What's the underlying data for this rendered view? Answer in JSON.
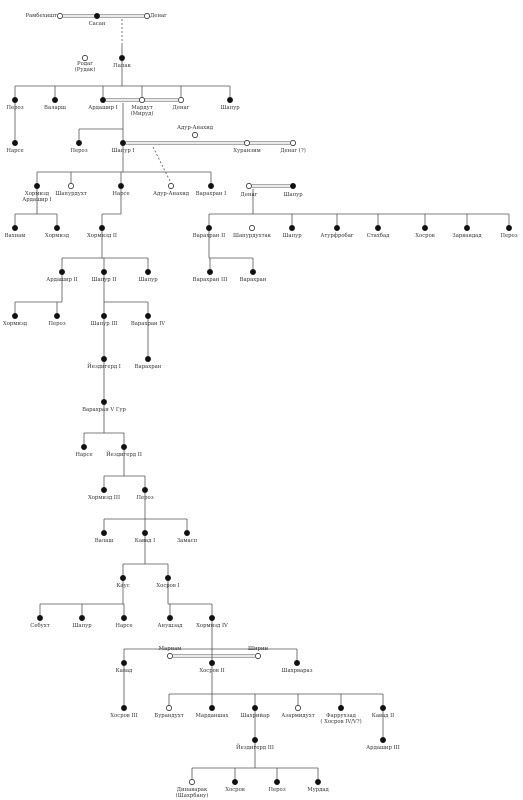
{
  "title": "",
  "persons": [
    {
      "id": "rambehisht",
      "label": "Рамбехишт",
      "label2": "",
      "sex": "f"
    },
    {
      "id": "sasan",
      "label": "Сасан",
      "label2": "",
      "sex": "m"
    },
    {
      "id": "denag0",
      "label": "Денаг",
      "label2": "",
      "sex": "f"
    },
    {
      "id": "rodag",
      "label": "Родаг",
      "label2": "(Рудак)",
      "sex": "f"
    },
    {
      "id": "papak",
      "label": "Папак",
      "label2": "",
      "sex": "m"
    },
    {
      "id": "peroz_a",
      "label": "Пероз",
      "label2": "",
      "sex": "m"
    },
    {
      "id": "valarsh",
      "label": "Валарш",
      "label2": "",
      "sex": "m"
    },
    {
      "id": "ardashir1",
      "label": "Ардашир I",
      "label2": "",
      "sex": "m"
    },
    {
      "id": "mardut",
      "label": "Мардут",
      "label2": "(Мируд)",
      "sex": "f"
    },
    {
      "id": "denag_b",
      "label": "Денаг",
      "label2": "",
      "sex": "f"
    },
    {
      "id": "shapur_a",
      "label": "Шапур",
      "label2": "",
      "sex": "m"
    },
    {
      "id": "narse_a",
      "label": "Нарсе",
      "label2": "",
      "sex": "m"
    },
    {
      "id": "peroz_b",
      "label": "Пероз",
      "label2": "",
      "sex": "m"
    },
    {
      "id": "shapur1",
      "label": "Шапур I",
      "label2": "",
      "sex": "m"
    },
    {
      "id": "adur_anahid",
      "label": "Адур-Анахид",
      "label2": "",
      "sex": "f"
    },
    {
      "id": "khuranzim",
      "label": "Хуранзим",
      "label2": "",
      "sex": "f"
    },
    {
      "id": "denag_q",
      "label": "Денаг (?)",
      "label2": "",
      "sex": "f"
    },
    {
      "id": "hormizd_ardashir1",
      "label": "Хормизд",
      "label2": "Ардашир I",
      "sex": "m"
    },
    {
      "id": "shapurduht",
      "label": "Шапурдухт",
      "label2": "",
      "sex": "f"
    },
    {
      "id": "narse_c",
      "label": "Нарсе",
      "label2": "",
      "sex": "m"
    },
    {
      "id": "adur_anahid2",
      "label": "Адур-Анахид",
      "label2": "",
      "sex": "f"
    },
    {
      "id": "varahran1",
      "label": "Варахран I",
      "label2": "",
      "sex": "m"
    },
    {
      "id": "denag_c",
      "label": "Денаг",
      "label2": "",
      "sex": "f"
    },
    {
      "id": "shapur_c",
      "label": "Шапур",
      "label2": "",
      "sex": "m"
    },
    {
      "id": "vahnam",
      "label": "Вахнам",
      "label2": "",
      "sex": "m"
    },
    {
      "id": "hormizd_a",
      "label": "Хормизд",
      "label2": "",
      "sex": "m"
    },
    {
      "id": "hormizd2",
      "label": "Хормизд II",
      "label2": "",
      "sex": "m"
    },
    {
      "id": "varahran2",
      "label": "Варахран II",
      "label2": "",
      "sex": "m"
    },
    {
      "id": "shapurduhtak",
      "label": "Шапурдухтак",
      "label2": "",
      "sex": "f"
    },
    {
      "id": "shapur_d",
      "label": "Шапур",
      "label2": "",
      "sex": "m"
    },
    {
      "id": "atur_frobag",
      "label": "Атурфробаг",
      "label2": "",
      "sex": "m"
    },
    {
      "id": "stahbad",
      "label": "Стахбад",
      "label2": "",
      "sex": "m"
    },
    {
      "id": "khosrov_d",
      "label": "Хосров",
      "label2": "",
      "sex": "m"
    },
    {
      "id": "zarvandad",
      "label": "Зарвандад",
      "label2": "",
      "sex": "m"
    },
    {
      "id": "peroz_d",
      "label": "Пероз",
      "label2": "",
      "sex": "m"
    },
    {
      "id": "ardashir2",
      "label": "Ардашир II",
      "label2": "",
      "sex": "m"
    },
    {
      "id": "shapur2",
      "label": "Шапур II",
      "label2": "",
      "sex": "m"
    },
    {
      "id": "shapur_e",
      "label": "Шапур",
      "label2": "",
      "sex": "m"
    },
    {
      "id": "varahran3",
      "label": "Варахран III",
      "label2": "",
      "sex": "m"
    },
    {
      "id": "varahran_e",
      "label": "Варахран",
      "label2": "",
      "sex": "m"
    },
    {
      "id": "hormizd_f",
      "label": "Хормизд",
      "label2": "",
      "sex": "m"
    },
    {
      "id": "peroz_f",
      "label": "Пероз",
      "label2": "",
      "sex": "m"
    },
    {
      "id": "shapur3",
      "label": "Шапур III",
      "label2": "",
      "sex": "m"
    },
    {
      "id": "varahran4",
      "label": "Варахран IV",
      "label2": "",
      "sex": "m"
    },
    {
      "id": "yazdgerd1",
      "label": "Йездигерд I",
      "label2": "",
      "sex": "m"
    },
    {
      "id": "varahran_g",
      "label": "Варахран",
      "label2": "",
      "sex": "m"
    },
    {
      "id": "varahran5",
      "label": "Варахран V Гур",
      "label2": "",
      "sex": "m"
    },
    {
      "id": "narse_h",
      "label": "Нарсе",
      "label2": "",
      "sex": "m"
    },
    {
      "id": "yazdgerd2",
      "label": "Йездигерд II",
      "label2": "",
      "sex": "m"
    },
    {
      "id": "hormizd3",
      "label": "Хормизд III",
      "label2": "",
      "sex": "m"
    },
    {
      "id": "peroz_i",
      "label": "Пероз",
      "label2": "",
      "sex": "m"
    },
    {
      "id": "valash",
      "label": "Валаш",
      "label2": "",
      "sex": "m"
    },
    {
      "id": "kavad1",
      "label": "Кавад I",
      "label2": "",
      "sex": "m"
    },
    {
      "id": "zamasp",
      "label": "Замасп",
      "label2": "",
      "sex": "m"
    },
    {
      "id": "kaus",
      "label": "Каус",
      "label2": "",
      "sex": "m"
    },
    {
      "id": "khosrov1",
      "label": "Хосров I",
      "label2": "",
      "sex": "m"
    },
    {
      "id": "sebukht",
      "label": "Себухт",
      "label2": "",
      "sex": "m"
    },
    {
      "id": "shapur_k",
      "label": "Шапур",
      "label2": "",
      "sex": "m"
    },
    {
      "id": "narse_k",
      "label": "Нарсе",
      "label2": "",
      "sex": "m"
    },
    {
      "id": "anushzad",
      "label": "Анушзад",
      "label2": "",
      "sex": "m"
    },
    {
      "id": "hormizd4",
      "label": "Хормизд IV",
      "label2": "",
      "sex": "m"
    },
    {
      "id": "kavad_l",
      "label": "Кавад",
      "label2": "",
      "sex": "m"
    },
    {
      "id": "mariam",
      "label": "Мариам",
      "label2": "",
      "sex": "f"
    },
    {
      "id": "khosrov2",
      "label": "Хосров II",
      "label2": "",
      "sex": "m"
    },
    {
      "id": "shirin",
      "label": "Ширин",
      "label2": "",
      "sex": "f"
    },
    {
      "id": "shahrvaraz",
      "label": "Шахрвараз",
      "label2": "",
      "sex": "m"
    },
    {
      "id": "khosrov3",
      "label": "Хосров III",
      "label2": "",
      "sex": "m"
    },
    {
      "id": "boranduht",
      "label": "Бурандухт",
      "label2": "",
      "sex": "f"
    },
    {
      "id": "mardanshah",
      "label": "Марданшах",
      "label2": "",
      "sex": "m"
    },
    {
      "id": "shahriyar",
      "label": "Шахрийар",
      "label2": "",
      "sex": "m"
    },
    {
      "id": "azarmiduht",
      "label": "Азармидухт",
      "label2": "",
      "sex": "f"
    },
    {
      "id": "farrukhzad",
      "label": "Фаррухзад",
      "label2": "( Хосров IV/V?)",
      "sex": "m"
    },
    {
      "id": "kavad2",
      "label": "Кавад II",
      "label2": "",
      "sex": "m"
    },
    {
      "id": "ardashir3",
      "label": "Ардашир III",
      "label2": "",
      "sex": "m"
    },
    {
      "id": "yazdgerd3",
      "label": "Йездигерд III",
      "label2": "",
      "sex": "m"
    },
    {
      "id": "dinavarak",
      "label": "Динаварак",
      "label2": "(Шахрбану)",
      "sex": "f"
    },
    {
      "id": "khosrov_z",
      "label": "Хосров",
      "label2": "",
      "sex": "m"
    },
    {
      "id": "peroz_z",
      "label": "Пероз",
      "label2": "",
      "sex": "m"
    },
    {
      "id": "murdad",
      "label": "Мурдад",
      "label2": "",
      "sex": "m"
    }
  ],
  "marriages": [
    {
      "a": "rambehisht",
      "b": "denag0"
    },
    {
      "a": "ardashir1",
      "b": "denag_b"
    },
    {
      "a": "shapur1",
      "b": "denag_q"
    },
    {
      "a": "denag_c",
      "b": "shapur_c"
    },
    {
      "a": "mariam",
      "b": "shirin"
    }
  ],
  "descent": [
    {
      "from": "sasan",
      "to": [
        "papak"
      ]
    },
    {
      "from": "papak",
      "to": [
        "peroz_a",
        "valarsh",
        "ardashir1",
        "mardut",
        "denag_b",
        "shapur_a"
      ]
    },
    {
      "from": "peroz_a",
      "to": [
        "narse_a"
      ]
    },
    {
      "from": "ardashir1",
      "to": [
        "peroz_b",
        "shapur1"
      ]
    },
    {
      "from": "shapur1",
      "to": [
        "hormizd_ardashir1",
        "shapurduht",
        "narse_c",
        "varahran1"
      ],
      "dashed_to": [
        "adur_anahid2"
      ]
    },
    {
      "from": "hormizd_ardashir1",
      "to": [
        "vahnam",
        "hormizd_a"
      ]
    },
    {
      "from": "narse_c",
      "to": [
        "hormizd2"
      ]
    },
    {
      "from": "shapur_c",
      "to": [
        "varahran2",
        "shapur_d",
        "atur_frobag",
        "stahbad",
        "khosrov_d",
        "zarvandad",
        "peroz_d"
      ]
    },
    {
      "from": "varahran2",
      "to": [
        "varahran3",
        "varahran_e"
      ]
    },
    {
      "from": "hormizd2",
      "to": [
        "ardashir2",
        "shapur2",
        "shapur_e"
      ]
    },
    {
      "from": "ardashir2",
      "to": [
        "hormizd_f",
        "peroz_f"
      ]
    },
    {
      "from": "shapur2",
      "to": [
        "shapur3",
        "varahran4"
      ]
    },
    {
      "from": "shapur3",
      "to": [
        "yazdgerd1"
      ]
    },
    {
      "from": "varahran4",
      "to": [
        "varahran_g"
      ]
    },
    {
      "from": "yazdgerd1",
      "to": [
        "varahran5"
      ]
    },
    {
      "from": "varahran5",
      "to": [
        "narse_h",
        "yazdgerd2"
      ]
    },
    {
      "from": "yazdgerd2",
      "to": [
        "hormizd3",
        "peroz_i"
      ]
    },
    {
      "from": "peroz_i",
      "to": [
        "valash",
        "kavad1",
        "zamasp"
      ]
    },
    {
      "from": "kavad1",
      "to": [
        "kaus",
        "khosrov1"
      ]
    },
    {
      "from": "kaus",
      "to": [
        "sebukht",
        "shapur_k",
        "narse_k"
      ]
    },
    {
      "from": "khosrov1",
      "to": [
        "anushzad",
        "hormizd4"
      ]
    },
    {
      "from": "hormizd4",
      "to": [
        "kavad_l",
        "khosrov2",
        "shahrvaraz"
      ]
    },
    {
      "from": "kavad_l",
      "to": [
        "khosrov3"
      ]
    },
    {
      "from": "khosrov2",
      "to": [
        "boranduht",
        "mardanshah",
        "shahriyar",
        "azarmiduht",
        "farrukhzad",
        "kavad2"
      ]
    },
    {
      "from": "kavad2",
      "to": [
        "ardashir3"
      ]
    },
    {
      "from": "shahriyar",
      "to": [
        "yazdgerd3"
      ]
    },
    {
      "from": "yazdgerd3",
      "to": [
        "dinavarak",
        "khosrov_z",
        "peroz_z",
        "murdad"
      ]
    }
  ],
  "styles": {
    "line_color": "#555555",
    "male_color": "#111111",
    "female_fill": "#ffffff"
  }
}
